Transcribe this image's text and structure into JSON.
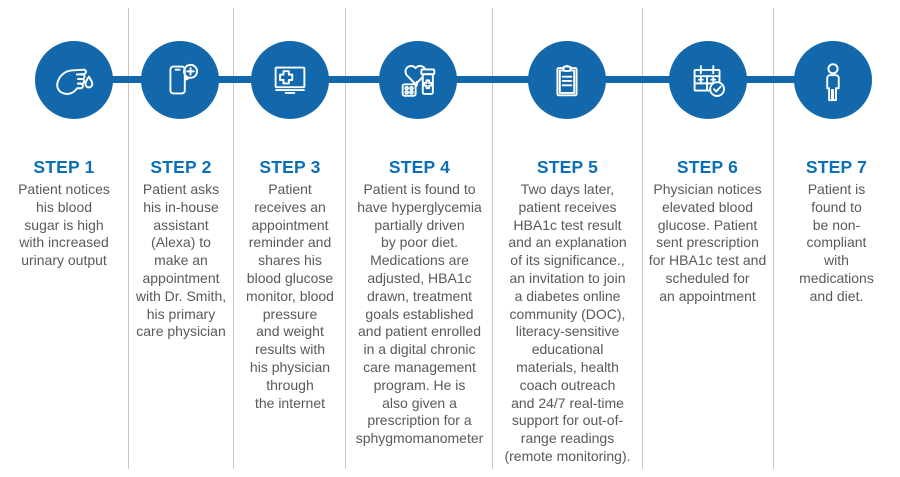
{
  "colors": {
    "circle_blue": "#1268AA",
    "step_label_blue": "#0B6FB8",
    "description_text": "#58595B",
    "divider_gray": "#C7C7C9",
    "icon_white": "#FFFFFF",
    "background": "#FFFFFF"
  },
  "steps": [
    {
      "label": "STEP 1",
      "icon": "blood-test-finger-icon",
      "description": "Patient notices\nhis blood\nsugar is high\nwith increased\nurinary output"
    },
    {
      "label": "STEP 2",
      "icon": "smartphone-voice-assistant-icon",
      "description": "Patient asks\nhis in-house\nassistant\n(Alexa) to\nmake an\nappointment\nwith Dr. Smith,\nhis primary\ncare physician"
    },
    {
      "label": "STEP 3",
      "icon": "computer-medical-cross-icon",
      "description": "Patient\nreceives an\nappointment\nreminder and\nshares his\nblood glucose\nmonitor, blood\npressure\nand weight\nresults with\nhis physician\nthrough\nthe internet"
    },
    {
      "label": "STEP 4",
      "icon": "heart-medications-icon",
      "description": "Patient is found to\nhave hyperglycemia\npartially driven\nby poor diet.\nMedications are\nadjusted, HBA1c\ndrawn, treatment\ngoals established\nand patient enrolled\nin a digital chronic\ncare management\nprogram. He is\nalso given a\nprescription for a\nsphygmomanometer"
    },
    {
      "label": "STEP 5",
      "icon": "clipboard-results-icon",
      "description": "Two days later,\npatient receives\nHBA1c test result\nand an explanation\nof its significance.,\nan invitation to join\na diabetes online\ncommunity (DOC),\nliteracy-sensitive\neducational\nmaterials, health\ncoach outreach\nand 24/7 real-time\nsupport for out-of-\nrange readings\n(remote monitoring)."
    },
    {
      "label": "STEP 6",
      "icon": "calendar-check-icon",
      "description": "Physician notices\nelevated blood\nglucose. Patient\nsent prescription\nfor HBA1c test and\nscheduled for\nan appointment"
    },
    {
      "label": "STEP 7",
      "icon": "patient-person-icon",
      "description": "Patient is\nfound to\nbe non-\ncompliant\nwith\nmedications\nand diet."
    }
  ]
}
